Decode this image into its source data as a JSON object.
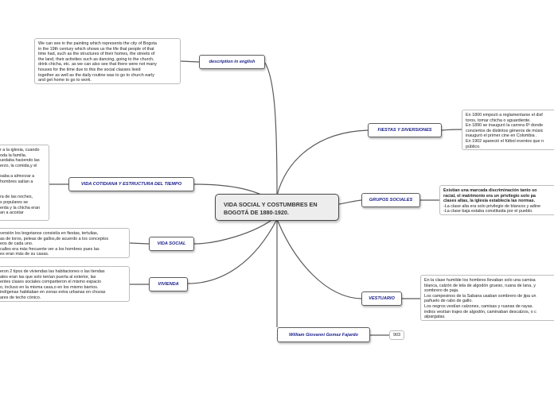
{
  "center": {
    "line1": "VIDA SOCIAL Y COSTUMBRES EN",
    "line2": "BOGOTÁ DE 1880-1920."
  },
  "topics": {
    "description": "description in english",
    "fiestas": "FIESTAS Y DIVERSIONES",
    "cotidiana": "VIDA COTIDIANA Y ESTRUCTURA DEL TIEMPO",
    "grupos": "GRUPOS SOCIALES",
    "vida_social": "VIDA SOCIAL",
    "vivienda": "VIVIENDA",
    "vestuario": "VESTUARIO",
    "author": "William Giovanni Gomez Fajardo"
  },
  "notes": {
    "description": [
      "We can see in the painting which represents the city of Bogota",
      "in the 19th century which shows us the life that people of that",
      "time had, such as the structures of their homes, the streets of",
      "the land, their activities such as dancing, going to the church,",
      "drink chicha, etc. as we can also see that there were not many",
      "houses for the time due to this the social classes lived",
      "together as well as the daily routine was to go to church early",
      "and get home to go to work."
    ],
    "fiestas": [
      "En 1800 empezó a reglamentarse el disf",
      "toros, tomar chicha o aguardiente.",
      "En 1890 se inauguró la carrera 6ª donde",
      "conciertos de distintos géneros de músic",
      "inauguró el primer cine en Colombia .",
      "En 1902 apareció el fútbol eventos que n",
      "público."
    ],
    "cotidiana": [
      "r a la iglesia, cuando",
      "oda la familia.",
      "uedaba haciendo las",
      "erzo, la comida,y el",
      "",
      "saba a almorzar a",
      "hombres salían a",
      "",
      "",
      "ra de las noches,",
      "s populares se",
      "erda y la chicha eran",
      "an a acostar"
    ],
    "grupos": [
      "Existían una marcada discriminación tanto so",
      "racial, el matrimonio era un privilegio solo pa",
      "clases altas, la iglesia establecía las normas.",
      "-La clase alta era solo privilegio de blancos y adine",
      "-La clase baja estaba constituida por el pueblo."
    ],
    "vida_social": [
      "versión los bogotanos consistía en fiestas, tertulias,",
      "as de toros, peleas de gallos,de acuerdo a los conceptos",
      "eos de cada uno.",
      "calles era más frecuente ver a los hombres pues las",
      "es eran más de su casas."
    ],
    "vivienda": [
      "eron 2 tipos de viviendas las habitaciones o las tiendas",
      "ales eran las que solo tenían puerta al exterior, las",
      "entes clases sociales compartieron el mismo espacio",
      "o, incluso en la misma casa,o  en los mismo barrios.",
      "indígenas habitaban en zonas extra urbanas en chozas",
      "ares de techo cónico."
    ],
    "vestuario": [
      "En la clase humilde los hombres llevaban solo una camisa",
      "blanca, calzón de tela de algodón grueso, ruana de lana, y",
      "sombrero de paja.",
      "Los campesinos de la Sabana usaban sombrero de jipa un",
      "pañuelo de rabo de gallo.",
      "Los negros vestían calzones, camisas y ruanas de rayas.",
      "indios vestían trajes de algodón, caminaban descalzos, o c",
      "alpargatas."
    ],
    "author_number": "903"
  },
  "colors": {
    "topic_text": "#1a1f8a",
    "connector": "#5a5a5a",
    "center_fill": "#ededed"
  }
}
